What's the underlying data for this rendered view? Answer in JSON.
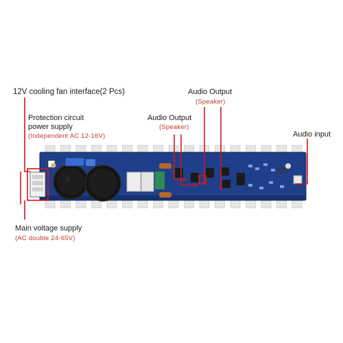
{
  "labels": {
    "fan": "12V cooling fan interface(2 Pcs)",
    "protection_title_1": "Protection circuit",
    "protection_title_2": "power supply",
    "protection_sub": "(Independent AC 12-16V)",
    "audio_output_right": "Audio Output",
    "audio_output_right_sub": "(Speaker)",
    "audio_output_left": "Audio Output",
    "audio_output_left_sub": "(Speaker)",
    "audio_input": "Audio input",
    "main_voltage": "Main voltage supply",
    "main_voltage_sub": "(AC double 24-65V)"
  },
  "colors": {
    "pcb": "#1f3f8a",
    "pcb_dark": "#16306e",
    "heatsink": "#e8e8e8",
    "callout": "#d01818",
    "capacitor": "#1a1a1a",
    "transistor": "#222222"
  }
}
